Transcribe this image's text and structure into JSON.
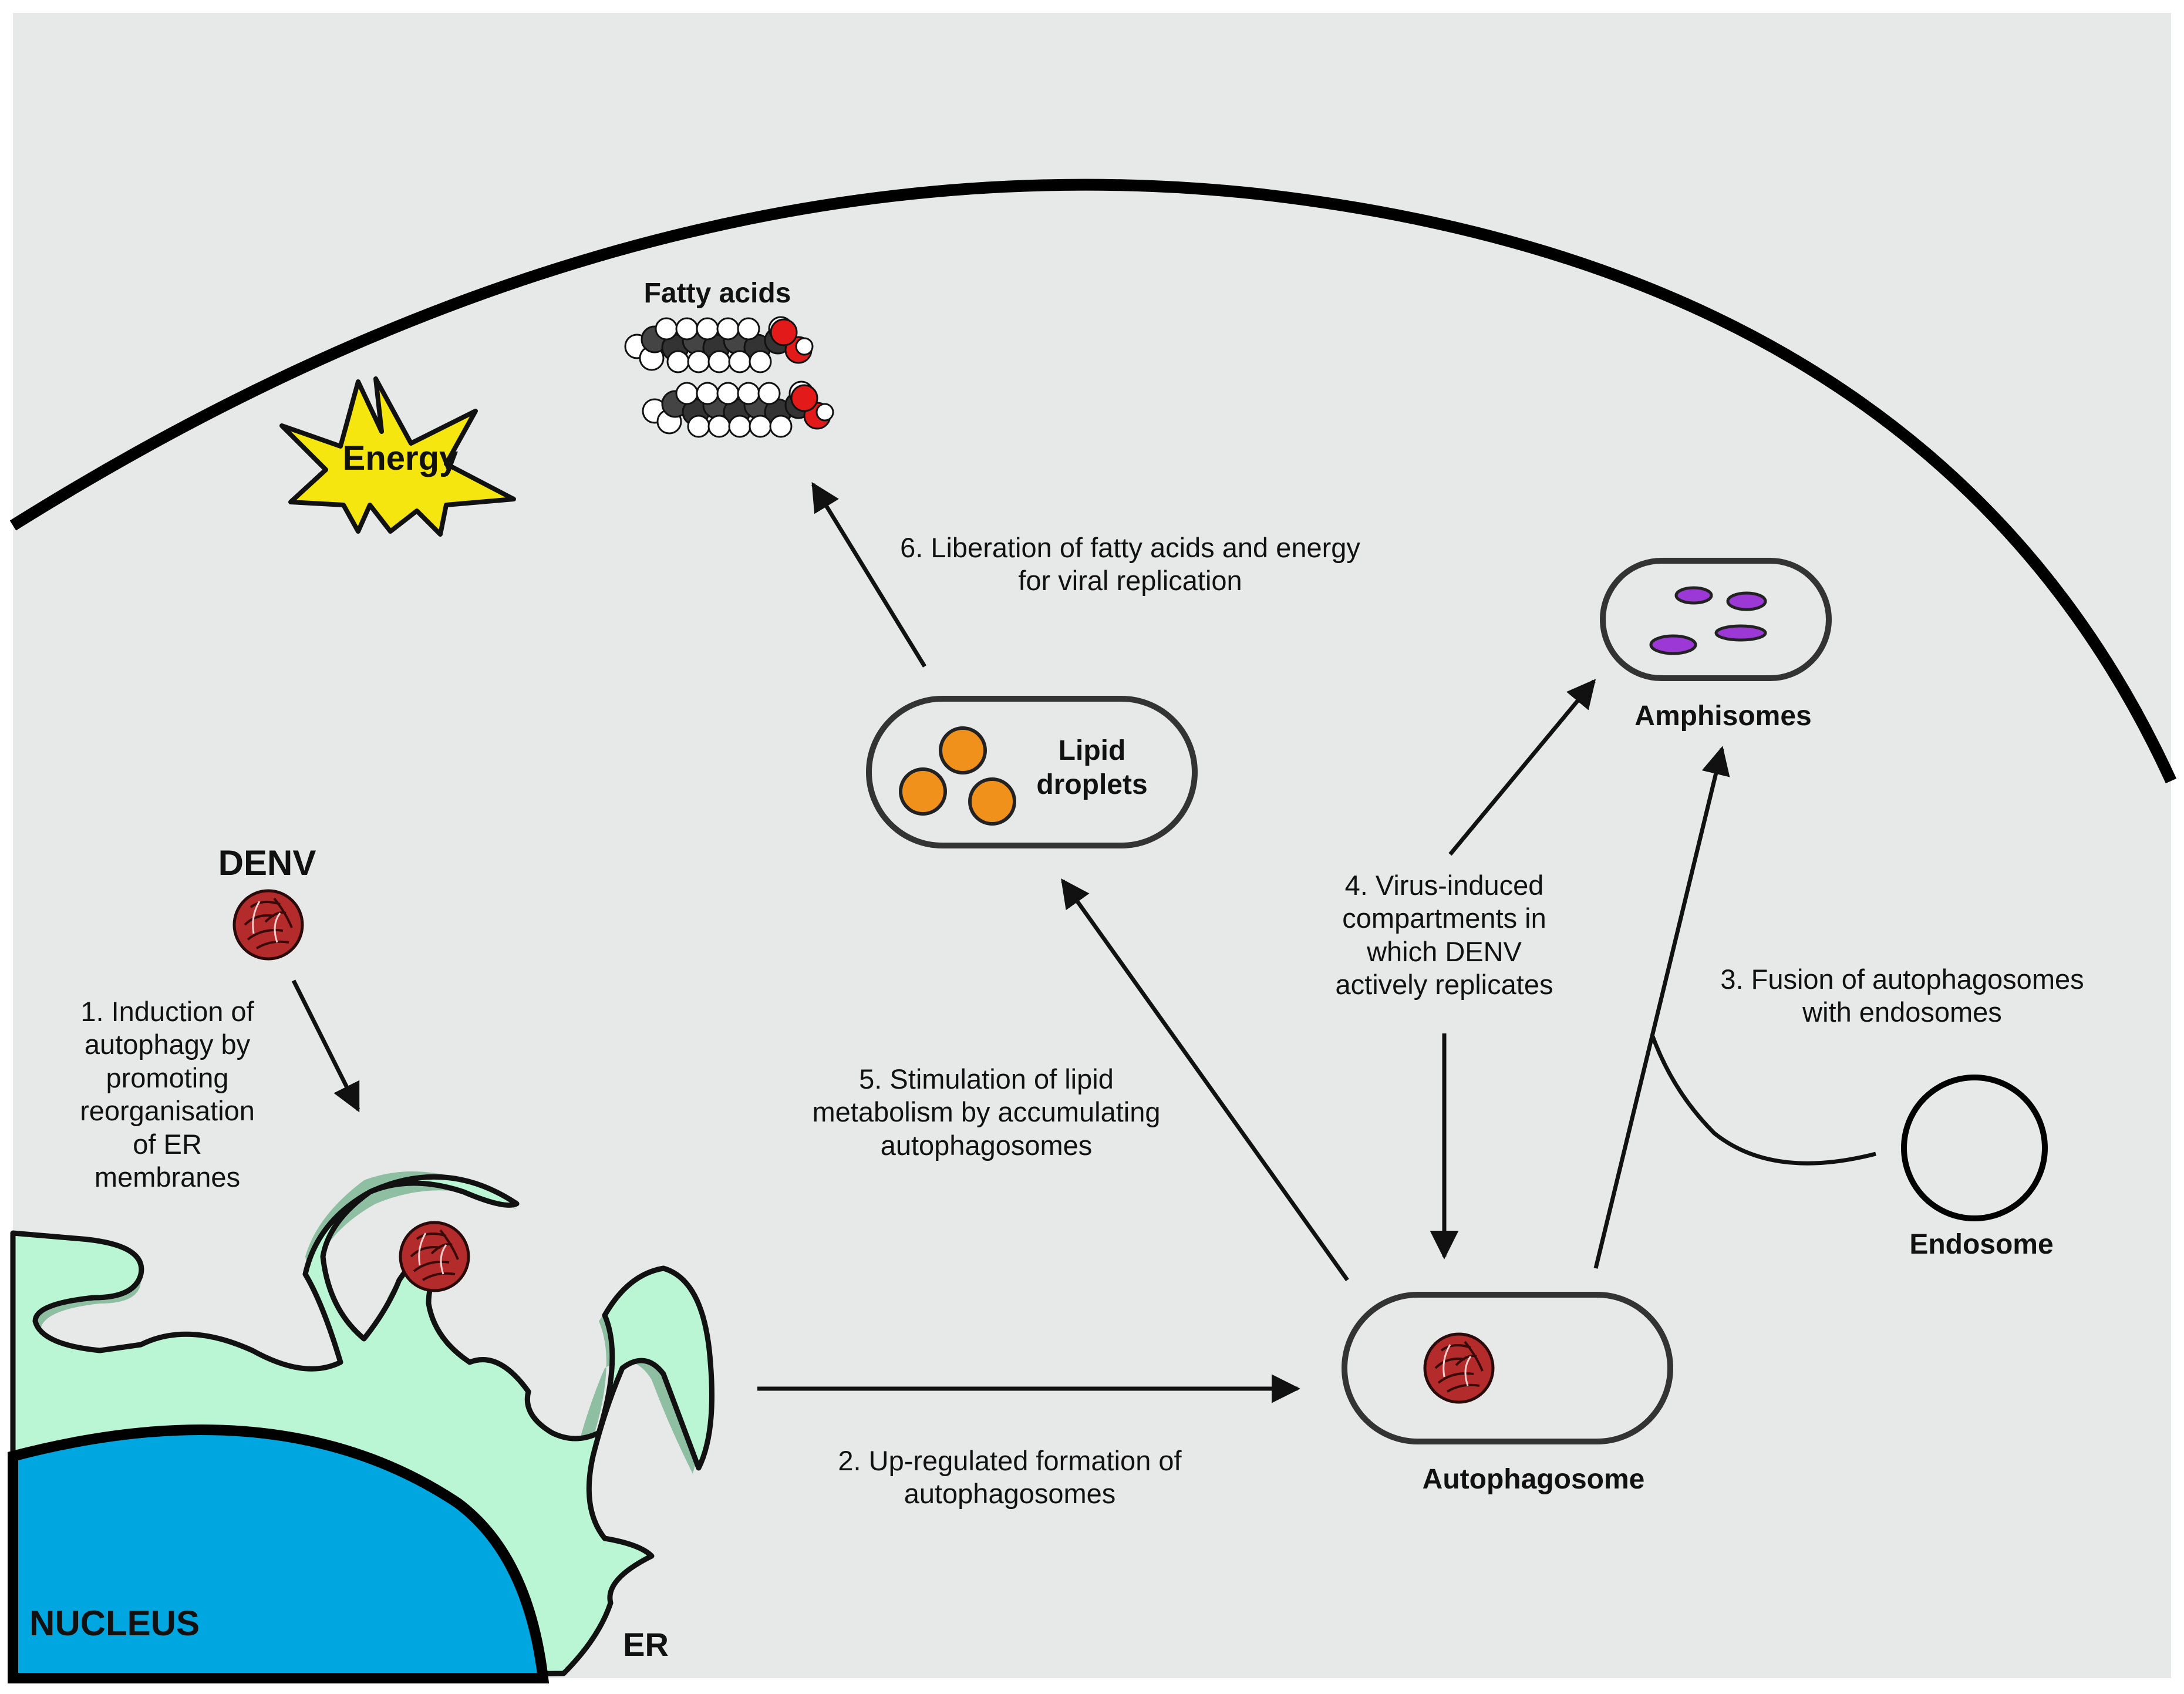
{
  "virus": {
    "name": "DENV"
  },
  "organelles": {
    "nucleus": "NUCLEUS",
    "er": "ER",
    "autophagosome": "Autophagosome",
    "amphisomes": "Amphisomes",
    "endosome": "Endosome",
    "lipid_droplets": "Lipid\ndroplets",
    "fatty_acids": "Fatty acids",
    "energy": "Energy"
  },
  "steps": [
    {
      "id": 1,
      "text": "1. Induction of\nautophagy by\npromoting\nreorganisation\nof ER\nmembranes"
    },
    {
      "id": 2,
      "text": "2. Up-regulated formation of\nautophagosomes"
    },
    {
      "id": 3,
      "text": "3. Fusion of autophagosomes\nwith endosomes"
    },
    {
      "id": 4,
      "text": "4. Virus-induced\ncompartments in\nwhich DENV\nactively replicates"
    },
    {
      "id": 5,
      "text": "5. Stimulation of lipid\nmetabolism by accumulating\nautophagosomes"
    },
    {
      "id": 6,
      "text": "6. Liberation of fatty acids and energy\nfor viral replication"
    }
  ],
  "colors": {
    "background": "#e7e9e8",
    "nucleus": "#00a6df",
    "er": "#baf5d4",
    "er_shadow": "#8fbfa2",
    "lipid": "#f0911c",
    "amphisome_cargo": "#9b38d6",
    "energy": "#f5e60f",
    "virus": "#b42b2b"
  }
}
